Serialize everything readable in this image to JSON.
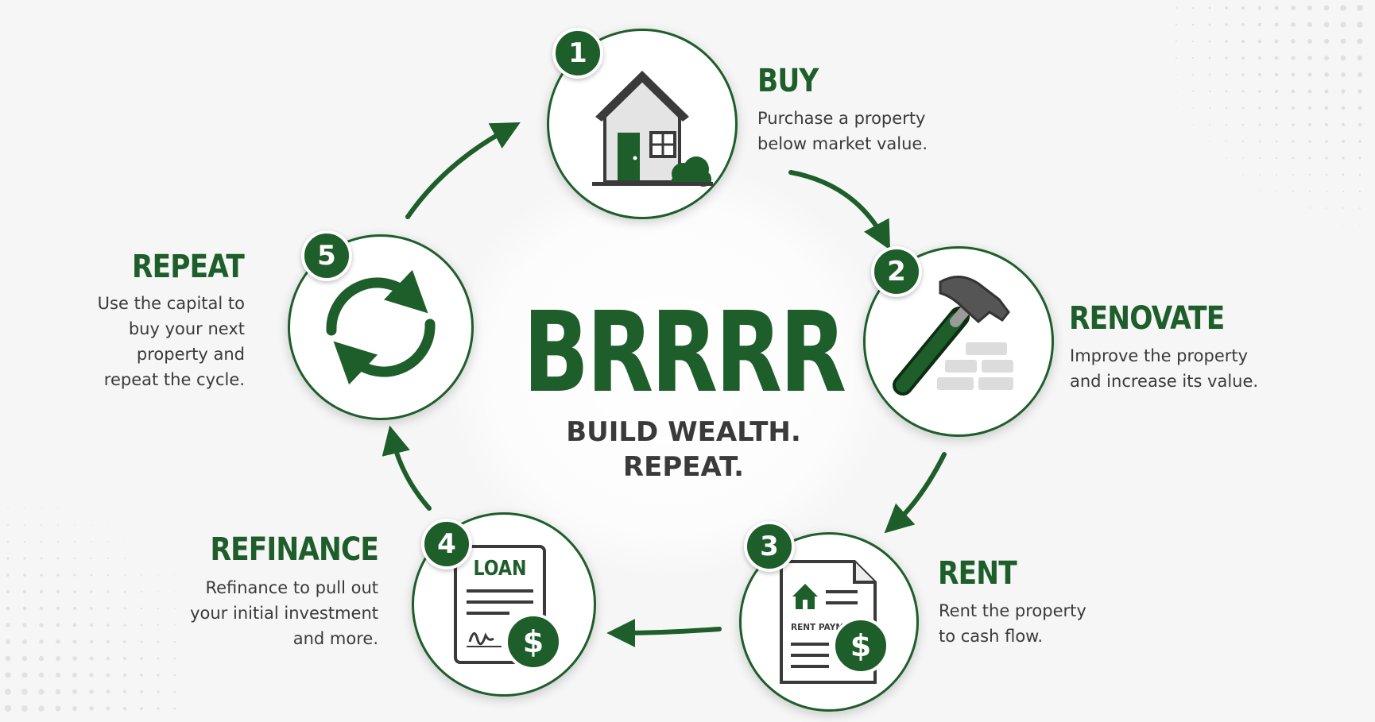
{
  "center": {
    "title": "BRRRR",
    "tagline_line1": "BUILD WEALTH.",
    "tagline_line2": "REPEAT."
  },
  "steps": [
    {
      "number": "1",
      "title": "BUY",
      "desc_line1": "Purchase a property",
      "desc_line2": "below market value.",
      "icon": "house-icon"
    },
    {
      "number": "2",
      "title": "RENOVATE",
      "desc_line1": "Improve the property",
      "desc_line2": "and increase its value.",
      "icon": "hammer-icon"
    },
    {
      "number": "3",
      "title": "RENT",
      "desc_line1": "Rent the property",
      "desc_line2": "to cash flow.",
      "icon": "rent-document-icon",
      "icon_label": "RENT PAYMENT"
    },
    {
      "number": "4",
      "title": "REFINANCE",
      "desc_line1": "Refinance to pull out",
      "desc_line2": "your initial investment",
      "desc_line3": "and more.",
      "icon": "loan-document-icon",
      "icon_label": "LOAN"
    },
    {
      "number": "5",
      "title": "REPEAT",
      "desc_line1": "Use the capital to",
      "desc_line2": "buy your next",
      "desc_line3": "property and",
      "desc_line4": "repeat the cycle.",
      "icon": "cycle-arrows-icon"
    }
  ],
  "colors": {
    "primary_green": "#1e5e2a",
    "text_gray": "#3a3a3a",
    "background": "#f6f6f6"
  }
}
